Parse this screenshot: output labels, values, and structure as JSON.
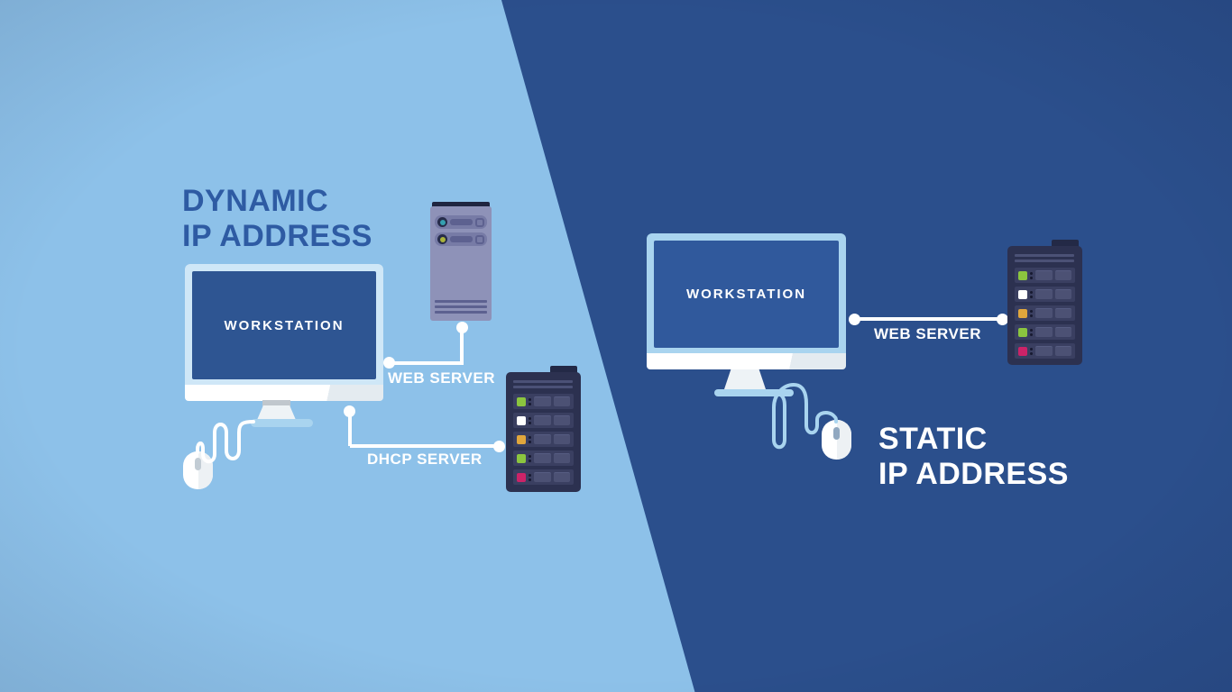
{
  "colors": {
    "bg_light": "#8dc1e9",
    "bg_dark": "#2b4f8c",
    "title_dark_blue": "#2e5ba3",
    "title_white": "#ffffff",
    "screen_left": "#2e5592",
    "screen_right": "#30599c",
    "frame_left": "#cfe7f7",
    "frame_right": "#a9d4ef",
    "wire_white": "#ffffff",
    "cable_right_blue": "#a9d4ef"
  },
  "left": {
    "title_line1": "DYNAMIC",
    "title_line2": "IP ADDRESS",
    "workstation_label": "WORKSTATION",
    "web_server_label": "WEB SERVER",
    "dhcp_server_label": "DHCP SERVER"
  },
  "right": {
    "title_line1": "STATIC",
    "title_line2": "IP ADDRESS",
    "workstation_label": "WORKSTATION",
    "web_server_label": "WEB SERVER"
  },
  "tower_leds": [
    "#35a0b0",
    "#aab33b"
  ],
  "rack_leds": [
    "#8bc53f",
    "#ffffff",
    "#e0a63c",
    "#8bc53f",
    "#cc2368"
  ]
}
